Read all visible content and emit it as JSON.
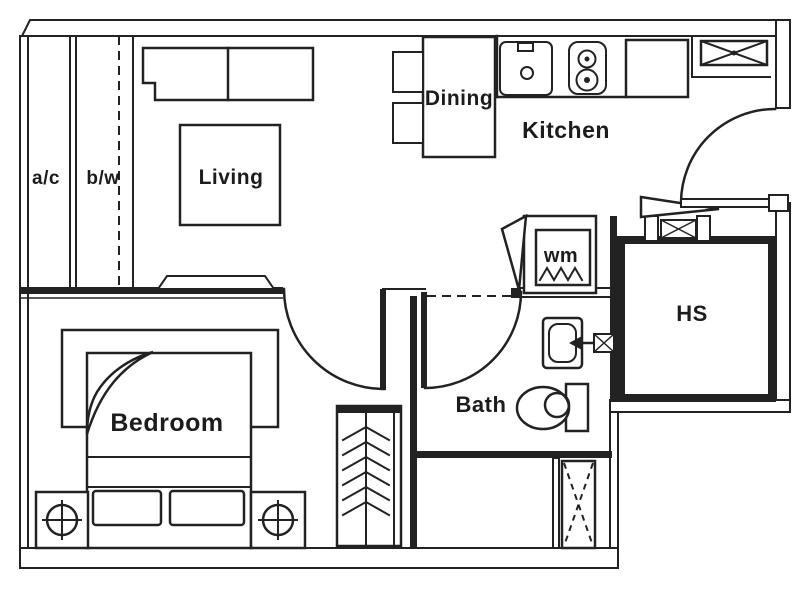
{
  "plan": {
    "type": "apartment-floor-plan",
    "labels": {
      "ac": "a/c",
      "bw": "b/w",
      "living": "Living",
      "dining": "Dining",
      "kitchen": "Kitchen",
      "wm": "wm",
      "hs": "HS",
      "bath": "Bath",
      "bedroom": "Bedroom"
    },
    "colors": {
      "line": "#222222",
      "background": "#ffffff"
    }
  }
}
